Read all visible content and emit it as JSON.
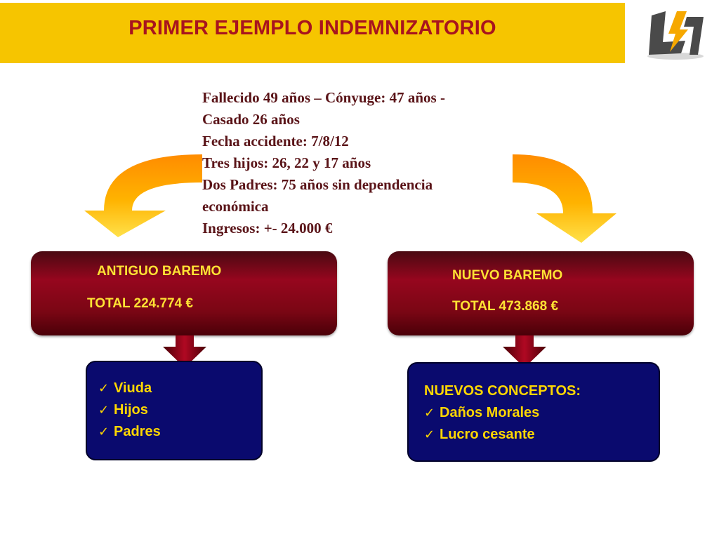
{
  "title": "PRIMER EJEMPLO INDEMNIZATORIO",
  "logo": {
    "icon": "company-logo-icon"
  },
  "info_lines": [
    "Fallecido 49 años – Cónyuge: 47 años -",
    "Casado 26 años",
    "Fecha accidente: 7/8/12",
    "Tres hijos: 26, 22 y 17 años",
    "Dos Padres: 75 años sin dependencia",
    "económica",
    "Ingresos: +- 24.000 €"
  ],
  "antiguo": {
    "title": "ANTIGUO BAREMO",
    "total": "TOTAL 224.774 €",
    "items": [
      "Viuda",
      "Hijos",
      "Padres"
    ]
  },
  "nuevo": {
    "title": "NUEVO BAREMO",
    "total": "TOTAL 473.868 €",
    "heading": "NUEVOS CONCEPTOS:",
    "items": [
      "Daños Morales",
      "Lucro cesante"
    ]
  },
  "colors": {
    "title_bar": "#f6c500",
    "title_text": "#a8141e",
    "card": "#96061e",
    "card_text": "#ffe234",
    "box": "#0a0a6e",
    "box_text": "#ffd700"
  }
}
